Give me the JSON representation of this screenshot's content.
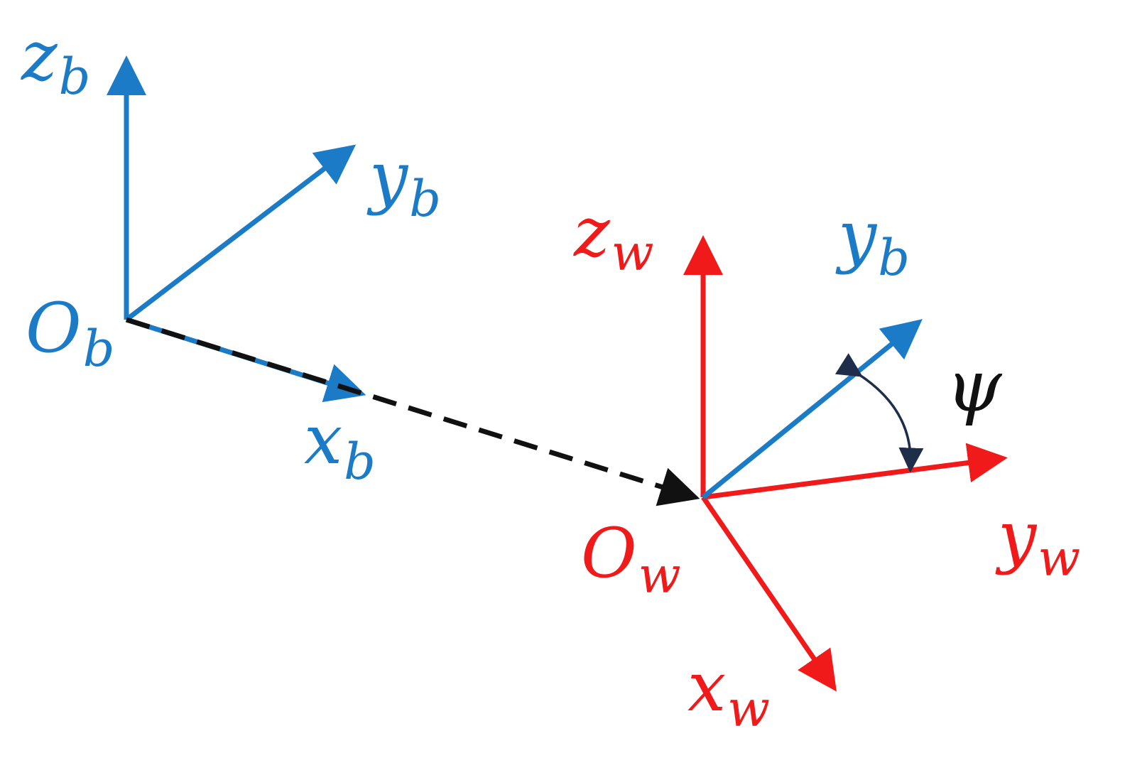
{
  "colors": {
    "body_frame": "#1b7bc6",
    "world_frame": "#f01a1a",
    "translation": "#111111",
    "angle_arc": "#1e2d4a"
  },
  "body_frame": {
    "origin_label": {
      "main": "O",
      "sub": "b"
    },
    "z_axis_label": {
      "main": "z",
      "sub": "b"
    },
    "y_axis_label": {
      "main": "y",
      "sub": "b"
    },
    "x_axis_label": {
      "main": "x",
      "sub": "b"
    }
  },
  "world_frame": {
    "origin_label": {
      "main": "O",
      "sub": "w"
    },
    "z_axis_label": {
      "main": "z",
      "sub": "w"
    },
    "y_axis_label": {
      "main": "y",
      "sub": "w"
    },
    "x_axis_label": {
      "main": "x",
      "sub": "w"
    },
    "body_y_label": {
      "main": "y",
      "sub": "b"
    }
  },
  "yaw_angle": {
    "symbol": "ψ"
  }
}
